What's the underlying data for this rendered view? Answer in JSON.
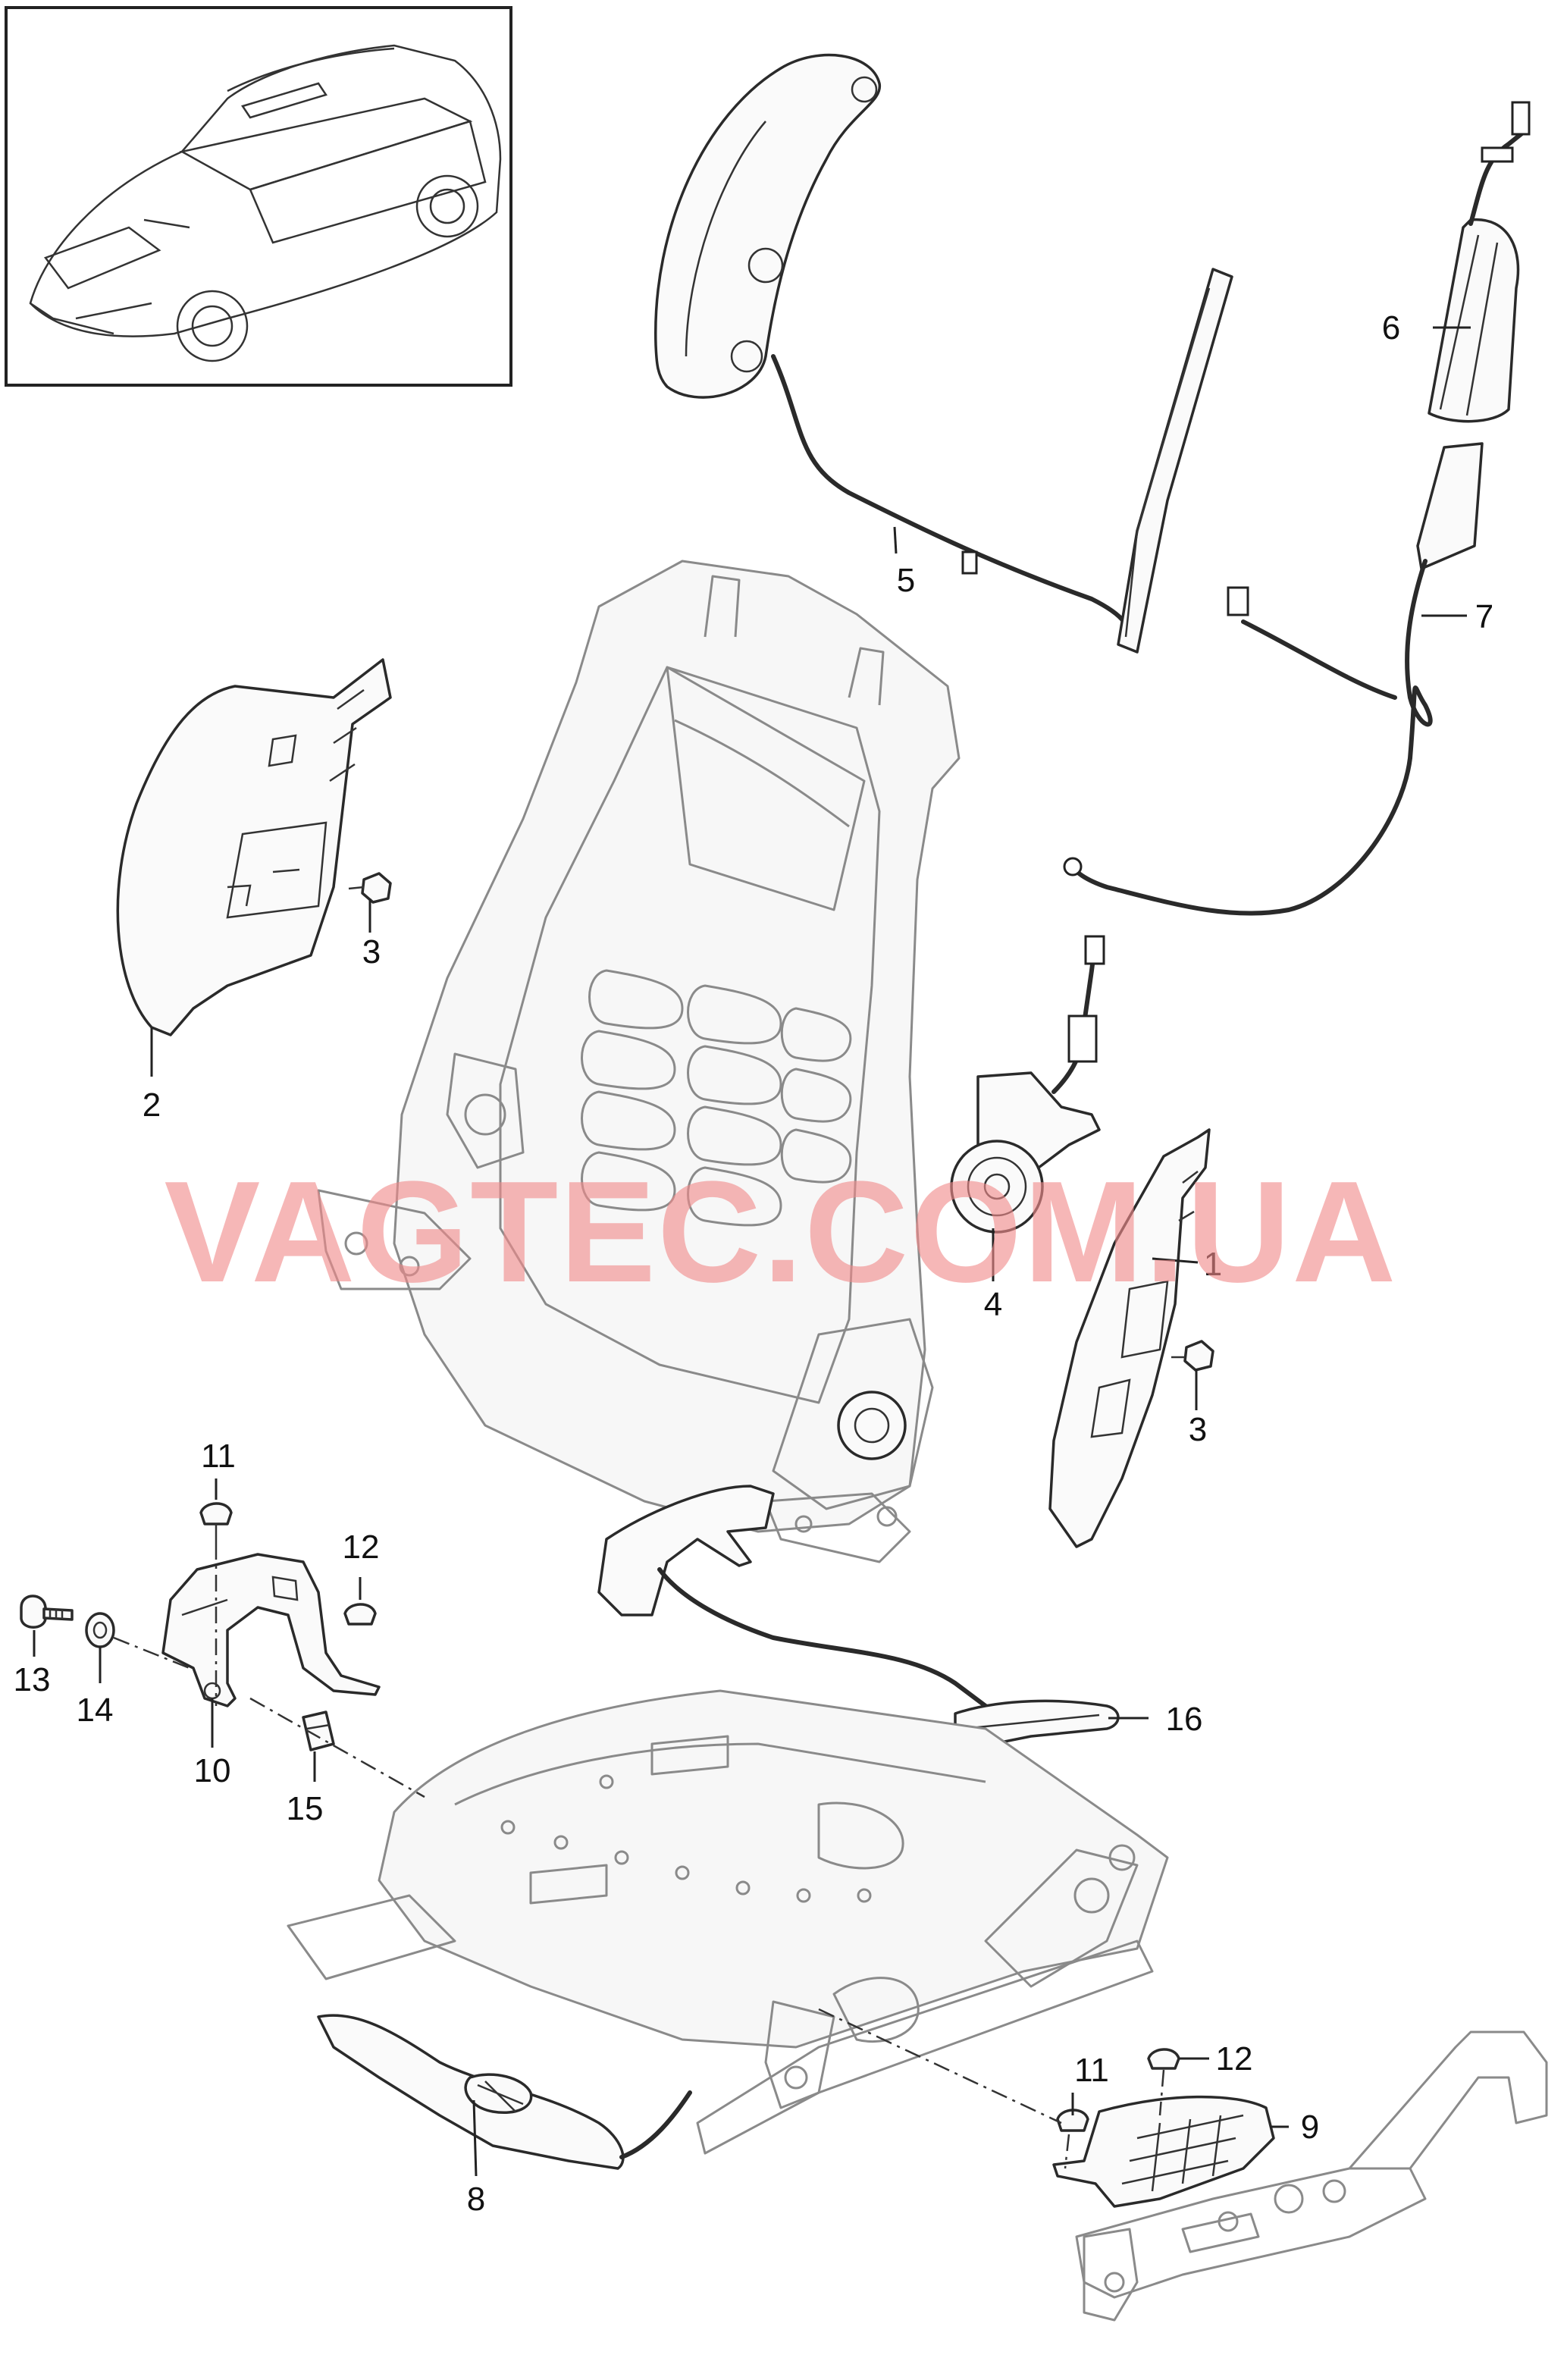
{
  "watermark": "VAGTEC.COM.UA",
  "callouts": [
    {
      "id": "c1",
      "text": "1"
    },
    {
      "id": "c2",
      "text": "2"
    },
    {
      "id": "c3a",
      "text": "3"
    },
    {
      "id": "c3b",
      "text": "3"
    },
    {
      "id": "c4",
      "text": "4"
    },
    {
      "id": "c5",
      "text": "5"
    },
    {
      "id": "c6",
      "text": "6"
    },
    {
      "id": "c7",
      "text": "7"
    },
    {
      "id": "c8",
      "text": "8"
    },
    {
      "id": "c9",
      "text": "9"
    },
    {
      "id": "c10",
      "text": "10"
    },
    {
      "id": "c11a",
      "text": "11"
    },
    {
      "id": "c11b",
      "text": "11"
    },
    {
      "id": "c12a",
      "text": "12"
    },
    {
      "id": "c12b",
      "text": "12"
    },
    {
      "id": "c13",
      "text": "13"
    },
    {
      "id": "c14",
      "text": "14"
    },
    {
      "id": "c15",
      "text": "15"
    },
    {
      "id": "c16",
      "text": "16"
    }
  ]
}
